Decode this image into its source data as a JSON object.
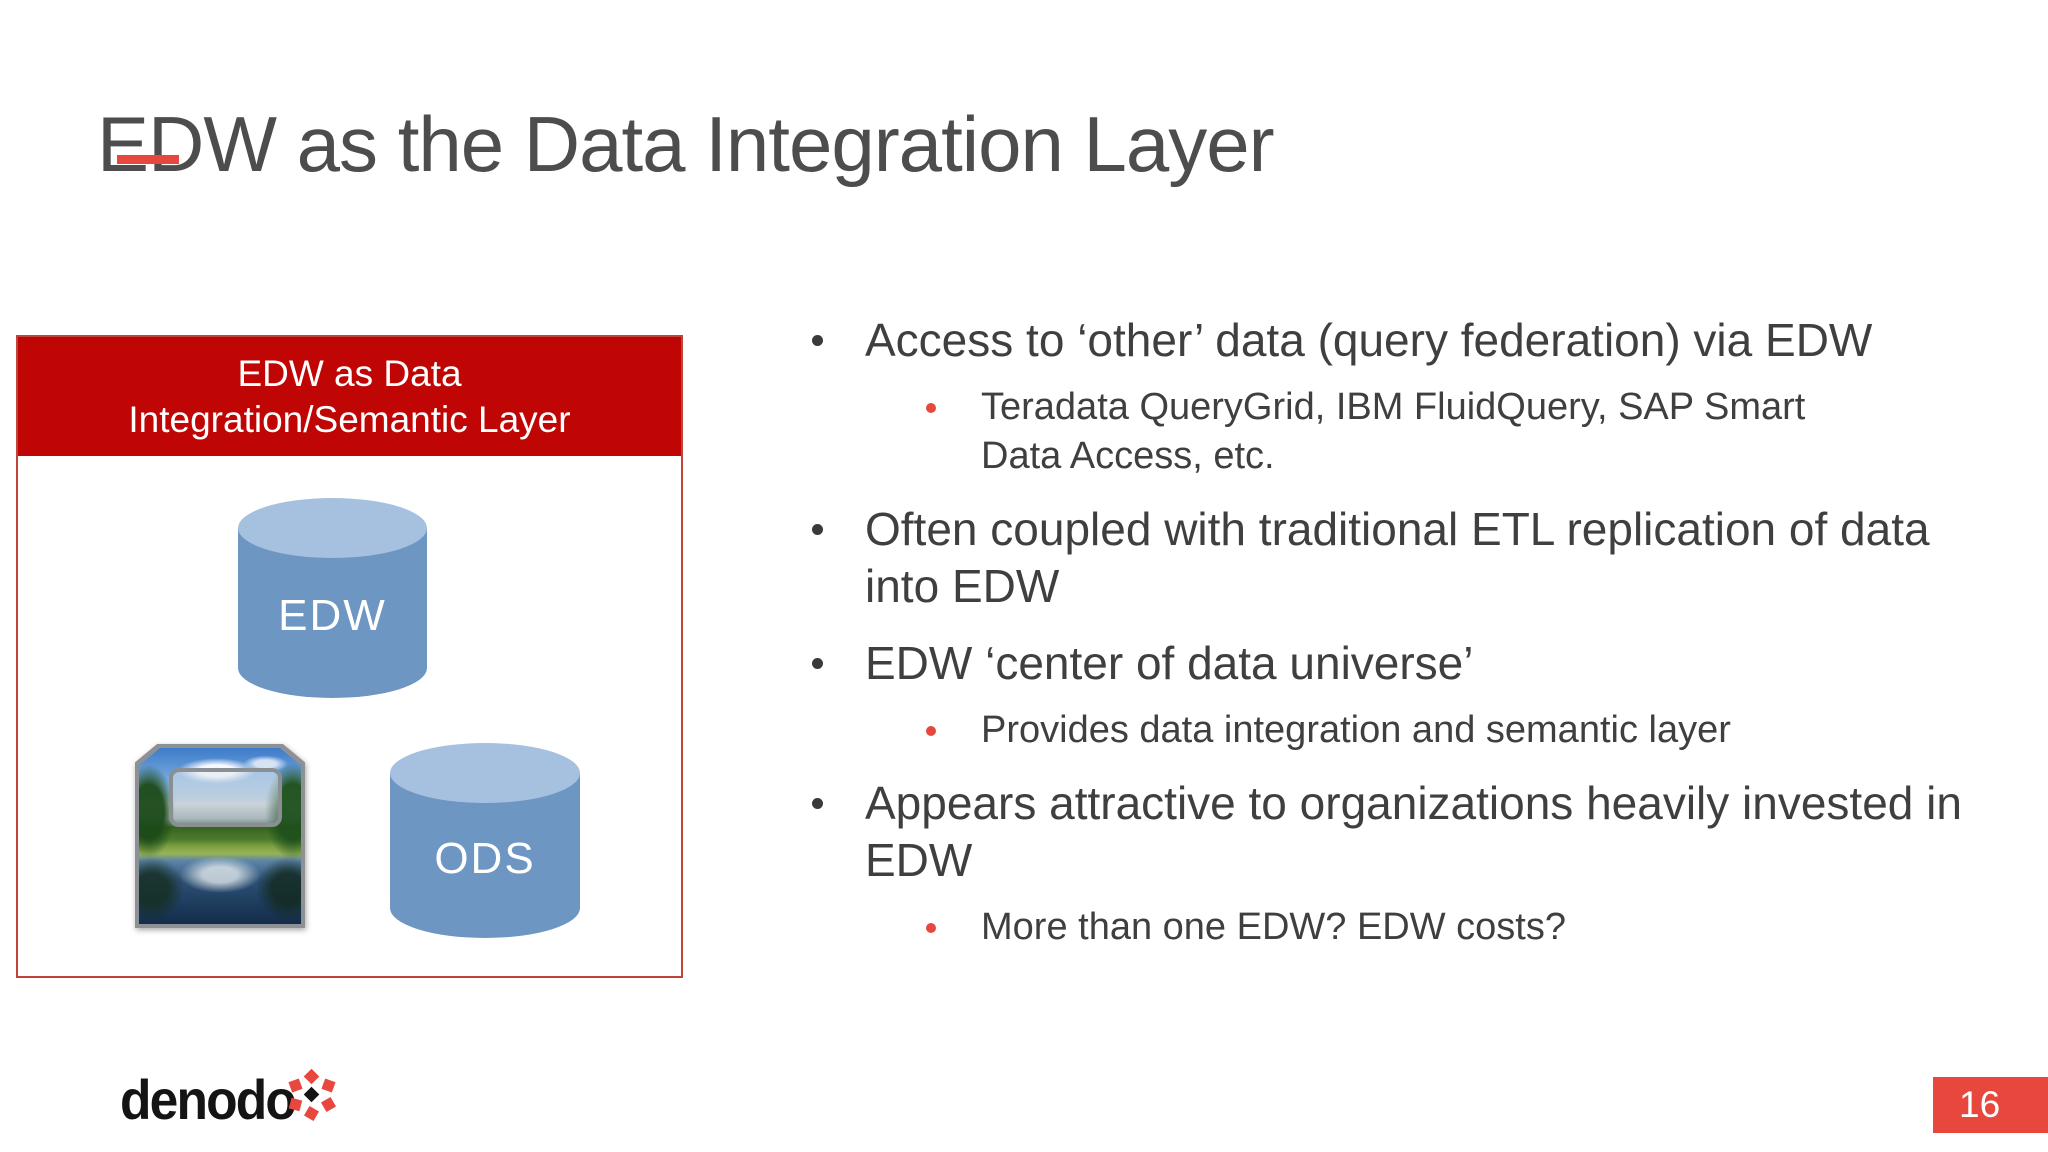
{
  "slide": {
    "title": "EDW as the Data Integration Layer",
    "page_number": "16"
  },
  "diagram": {
    "header_lines": [
      "EDW as Data",
      "Integration/Semantic Layer"
    ],
    "edw_label": "EDW",
    "ods_label": "ODS",
    "photo_icon": "lake-mountain-photo-icon"
  },
  "bullets": [
    {
      "level": 1,
      "text": "Access to ‘other’ data (query federation) via EDW"
    },
    {
      "level": 2,
      "text": "Teradata QueryGrid, IBM FluidQuery, SAP Smart Data Access, etc."
    },
    {
      "level": 1,
      "text": "Often coupled with traditional ETL replication of data into EDW"
    },
    {
      "level": 1,
      "text": "EDW ‘center of data universe’"
    },
    {
      "level": 2,
      "text": "Provides data integration and semantic layer"
    },
    {
      "level": 1,
      "text": "Appears attractive to organizations heavily invested in EDW"
    },
    {
      "level": 2,
      "text": "More than one EDW? EDW costs?"
    }
  ],
  "footer": {
    "logo_text": "denodo"
  },
  "colors": {
    "accent_red": "#e8473e",
    "header_red": "#c00505",
    "box_border_red": "#bf453b",
    "cylinder_blue": "#6d96c3",
    "cylinder_top_blue": "#a6c1df",
    "title_gray": "#4d4d4d",
    "body_text_gray": "#3f3f3f"
  }
}
